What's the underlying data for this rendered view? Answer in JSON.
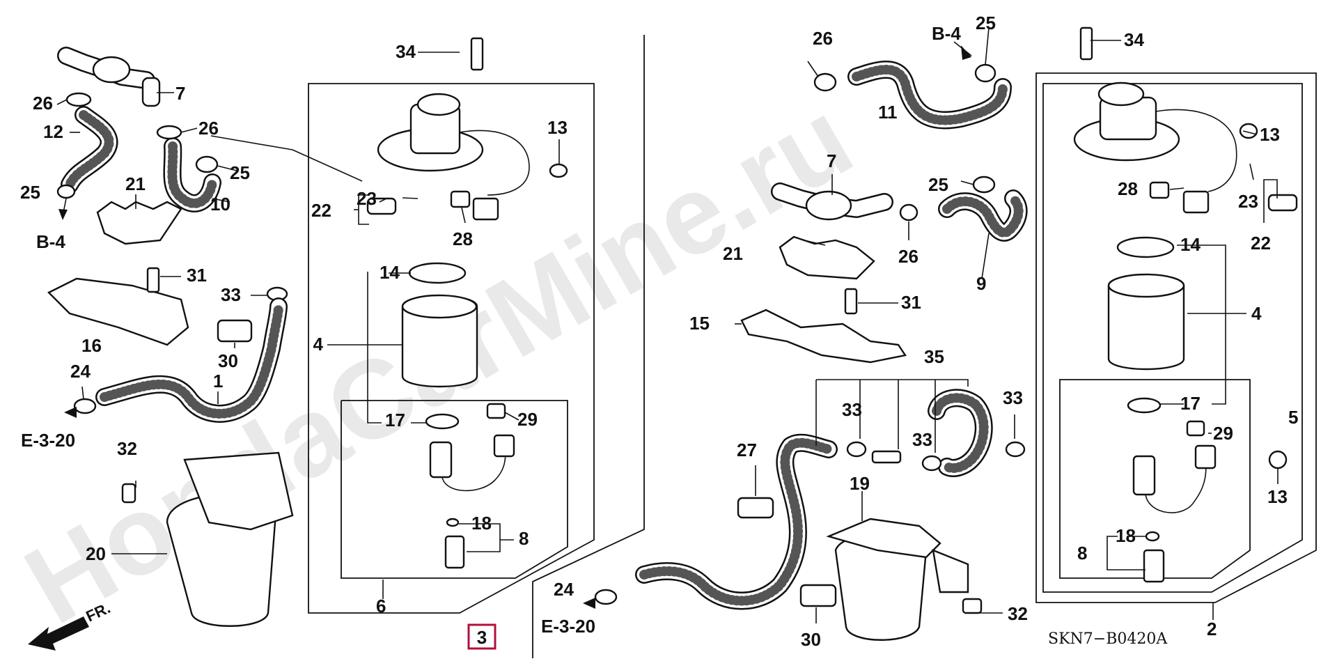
{
  "watermark": "HondaCarMine.ru",
  "diagram_code": "SKN7−B0420A",
  "highlighted_ref": "3",
  "direction_label": "FR.",
  "callouts": {
    "c1": "1",
    "c2": "2",
    "c4a": "4",
    "c4b": "4",
    "c5": "5",
    "c6": "6",
    "c7a": "7",
    "c7b": "7",
    "c8a": "8",
    "c8b": "8",
    "c9": "9",
    "c10": "10",
    "c11": "11",
    "c12": "12",
    "c13a": "13",
    "c13b": "13",
    "c13c": "13",
    "c14a": "14",
    "c14b": "14",
    "c15": "15",
    "c16": "16",
    "c17a": "17",
    "c17b": "17",
    "c18a": "18",
    "c18b": "18",
    "c19": "19",
    "c20": "20",
    "c21a": "21",
    "c21b": "21",
    "c22a": "22",
    "c22b": "22",
    "c23a": "23",
    "c23b": "23",
    "c24a": "24",
    "c24b": "24",
    "c25a": "25",
    "c25b": "25",
    "c25c": "25",
    "c25d": "25",
    "c26a": "26",
    "c26b": "26",
    "c26c": "26",
    "c26d": "26",
    "c27": "27",
    "c28a": "28",
    "c28b": "28",
    "c29a": "29",
    "c29b": "29",
    "c30a": "30",
    "c30b": "30",
    "c31a": "31",
    "c31b": "31",
    "c32a": "32",
    "c32b": "32",
    "c33a": "33",
    "c33b": "33",
    "c33c": "33",
    "c33d": "33",
    "c34a": "34",
    "c34b": "34",
    "c35": "35"
  },
  "references": {
    "b4_left": "B-4",
    "b4_right": "B-4",
    "e320_left": "E-3-20",
    "e320_right": "E-3-20"
  }
}
